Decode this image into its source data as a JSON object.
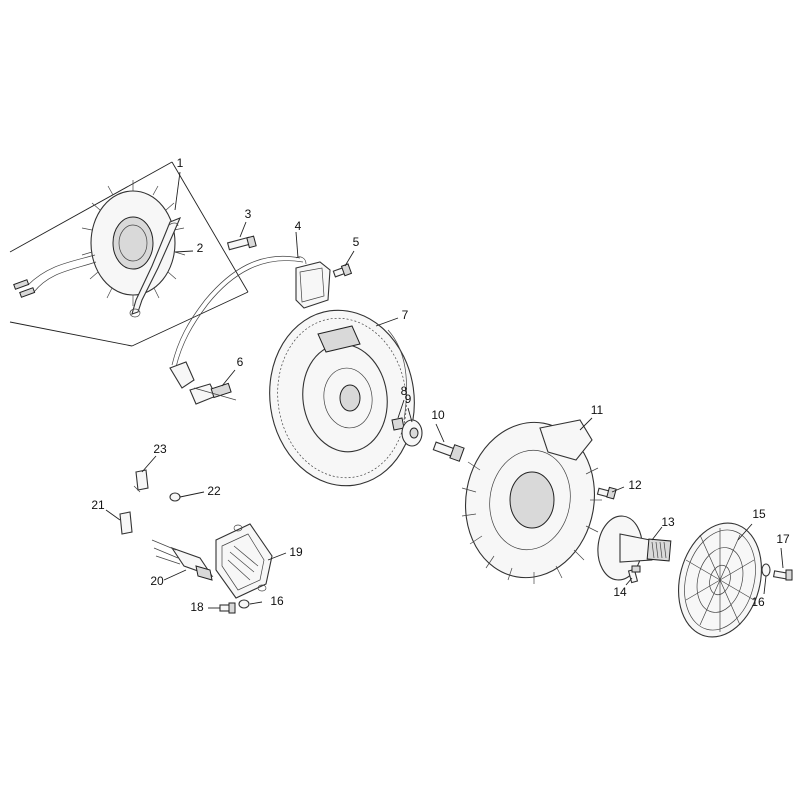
{
  "callouts": [
    {
      "id": "1",
      "label": "1"
    },
    {
      "id": "2",
      "label": "2"
    },
    {
      "id": "3",
      "label": "3"
    },
    {
      "id": "4",
      "label": "4"
    },
    {
      "id": "5",
      "label": "5"
    },
    {
      "id": "6",
      "label": "6"
    },
    {
      "id": "7",
      "label": "7"
    },
    {
      "id": "8",
      "label": "8"
    },
    {
      "id": "9",
      "label": "9"
    },
    {
      "id": "10",
      "label": "10"
    },
    {
      "id": "11",
      "label": "11"
    },
    {
      "id": "12",
      "label": "12"
    },
    {
      "id": "13",
      "label": "13"
    },
    {
      "id": "14",
      "label": "14"
    },
    {
      "id": "15",
      "label": "15"
    },
    {
      "id": "16a",
      "label": "16"
    },
    {
      "id": "16b",
      "label": "16"
    },
    {
      "id": "17",
      "label": "17"
    },
    {
      "id": "18",
      "label": "18"
    },
    {
      "id": "19",
      "label": "19"
    },
    {
      "id": "20",
      "label": "20"
    },
    {
      "id": "21",
      "label": "21"
    },
    {
      "id": "22",
      "label": "22"
    },
    {
      "id": "23",
      "label": "23"
    }
  ]
}
